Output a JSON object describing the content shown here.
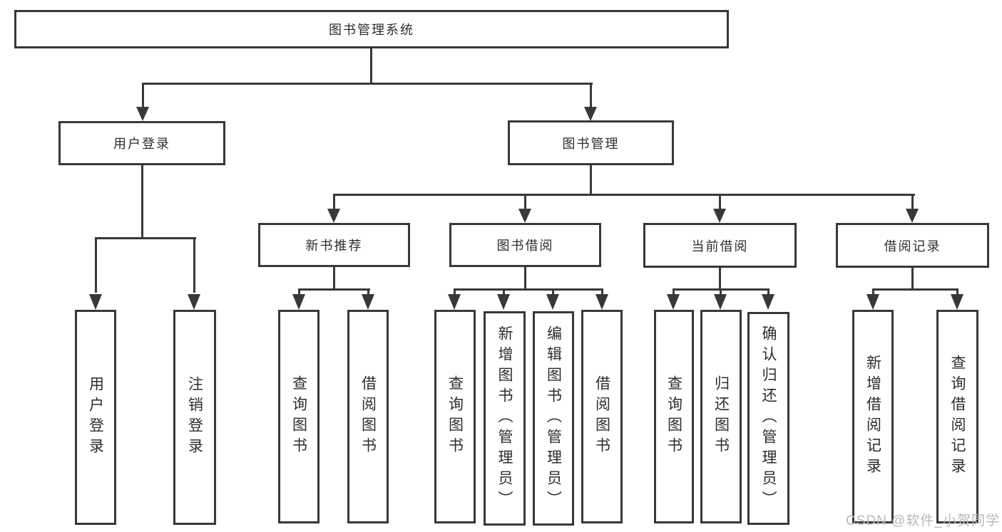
{
  "diagram": {
    "root": {
      "label": "图书管理系统"
    },
    "branches": {
      "login": {
        "label": "用户登录",
        "children": [
          {
            "label": "用户登录"
          },
          {
            "label": "注销登录"
          }
        ]
      },
      "management": {
        "label": "图书管理",
        "children": {
          "new_books": {
            "label": "新书推荐",
            "children": [
              {
                "label": "查询图书"
              },
              {
                "label": "借阅图书"
              }
            ]
          },
          "borrowing": {
            "label": "图书借阅",
            "children": [
              {
                "label": "查询图书"
              },
              {
                "label": "新增图书（管理员）"
              },
              {
                "label": "编辑图书（管理员）"
              },
              {
                "label": "借阅图书"
              }
            ]
          },
          "current": {
            "label": "当前借阅",
            "children": [
              {
                "label": "查询图书"
              },
              {
                "label": "归还图书"
              },
              {
                "label": "确认归还（管理员）"
              }
            ]
          },
          "records": {
            "label": "借阅记录",
            "children": [
              {
                "label": "新增借阅记录"
              },
              {
                "label": "查询借阅记录"
              }
            ]
          }
        }
      }
    },
    "colors": {
      "line": "#383838",
      "text": "#2d2d2d",
      "watermark": "#b8b8b8",
      "background": "#ffffff"
    }
  },
  "watermark": {
    "text": "CSDN @软件_小贺同学"
  }
}
